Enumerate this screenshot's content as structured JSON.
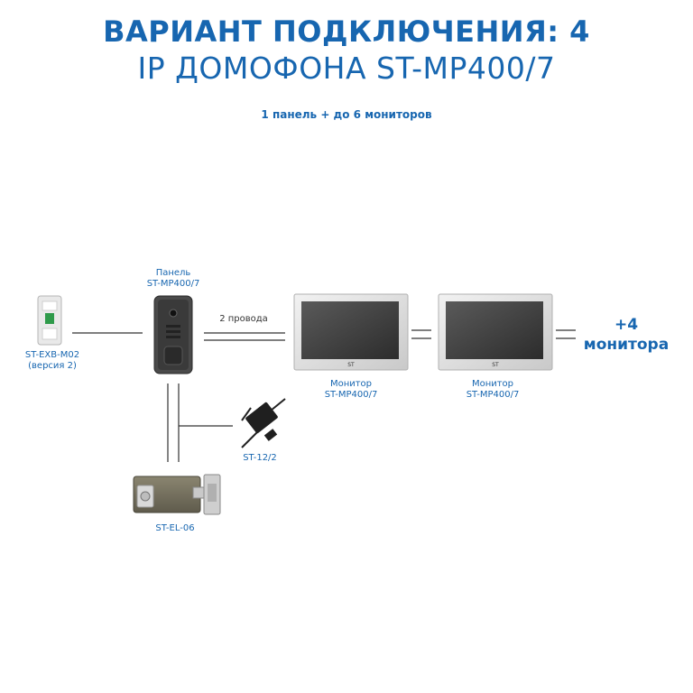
{
  "header": {
    "title_line1": "ВАРИАНТ ПОДКЛЮЧЕНИЯ: 4",
    "title_line2": "IP ДОМОФОНА ST-MP400/7",
    "subtitle": "1 панель + до 6 мониторов"
  },
  "devices": {
    "exit_button": {
      "name": "ST-EXB-M02",
      "version": "(версия 2)"
    },
    "panel": {
      "caption": "Панель",
      "model": "ST-MP400/7"
    },
    "wires_label": "2 провода",
    "monitor1": {
      "caption": "Монитор",
      "model": "ST-MP400/7",
      "brand": "ST"
    },
    "monitor2": {
      "caption": "Монитор",
      "model": "ST-MP400/7",
      "brand": "ST"
    },
    "extra": {
      "count": "+4",
      "caption": "монитора"
    },
    "power_supply": {
      "model": "ST-12/2"
    },
    "lock": {
      "model": "ST-EL-06"
    }
  },
  "colors": {
    "accent": "#1766b0",
    "wire": "#333333"
  }
}
